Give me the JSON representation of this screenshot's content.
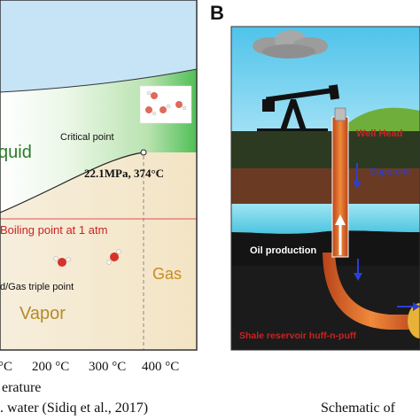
{
  "phase_diagram": {
    "labels": {
      "liquid": "quid",
      "critical_point": "Critical point",
      "critical_value": "22.1MPa, 374°C",
      "boiling_point": "Boiling point at 1 atm",
      "triple_point": "d/Gas triple point",
      "gas": "Gas",
      "vapor": "Vapor"
    },
    "x_ticks": [
      "°C",
      "200 °C",
      "300 °C",
      "400 °C"
    ],
    "x_axis_label": "erature",
    "caption": ". water (Sidiq et al., 2017)"
  },
  "schematic": {
    "panel_letter": "B",
    "labels": {
      "well_head": "Well Head",
      "supercritical": "Supercriti",
      "oil_production": "Oil production",
      "shale_reservoir": "Shale reservoir huff-n-puff"
    },
    "caption": "Schematic of"
  },
  "colors": {
    "liquid_green": "#6cc46c",
    "boiling_line": "#d9534f",
    "label_red": "#cc2222",
    "label_blue": "#2a3fd6",
    "well_orange": "#d4571f",
    "gas_text": "#c98a22",
    "vapor_text": "#b58a2a"
  }
}
